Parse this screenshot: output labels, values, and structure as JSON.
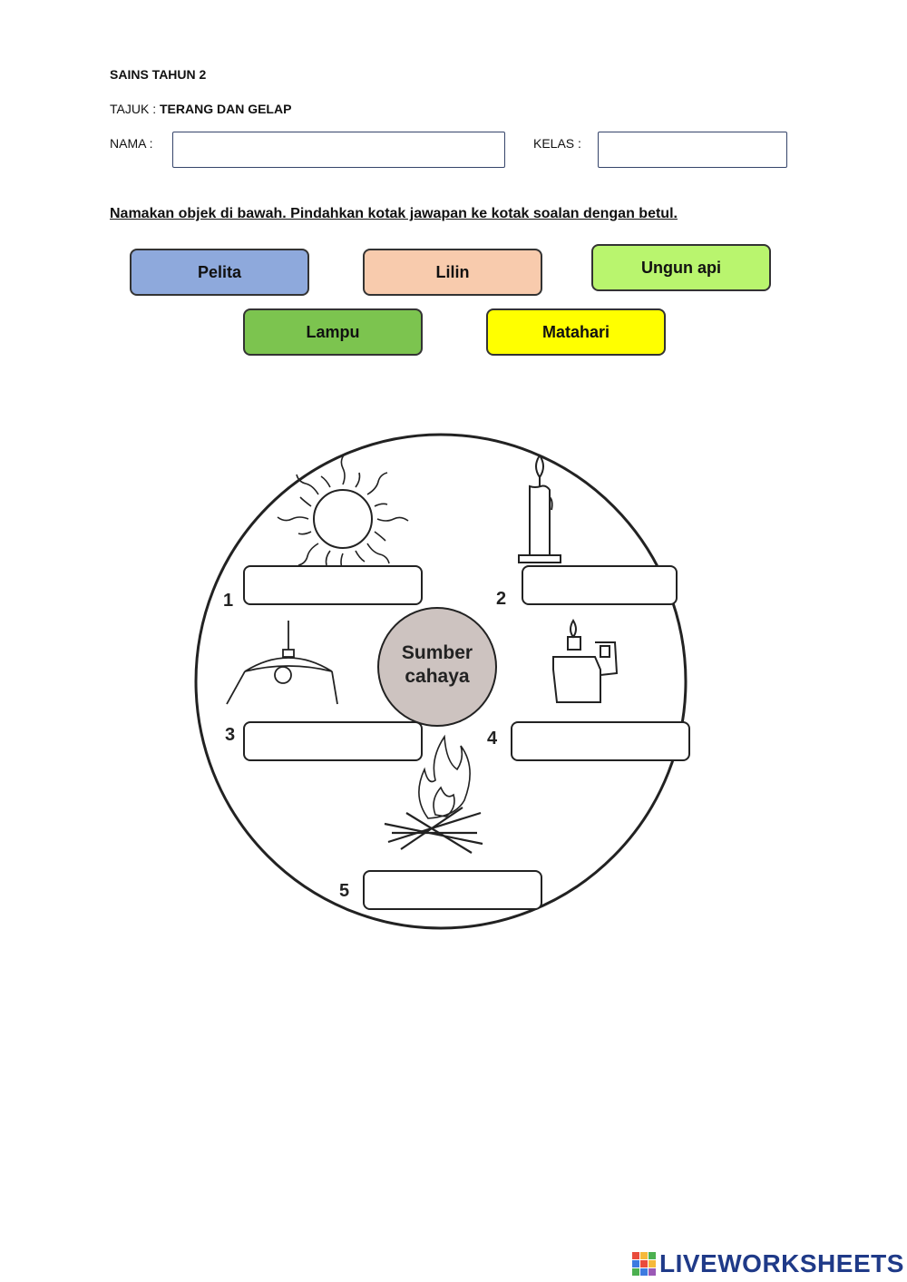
{
  "header": {
    "subject": "SAINS TAHUN 2",
    "topic_label": "TAJUK : ",
    "topic_value": "TERANG DAN GELAP",
    "name_label": "NAMA :",
    "class_label": "KELAS :"
  },
  "instruction": "Namakan objek di bawah. Pindahkan kotak jawapan ke kotak soalan dengan betul.",
  "answer_chips": [
    {
      "label": "Pelita",
      "color": "#8ea9dc"
    },
    {
      "label": "Lilin",
      "color": "#f8cbad"
    },
    {
      "label": "Ungun api",
      "color": "#b9f56e"
    },
    {
      "label": "Lampu",
      "color": "#7cc44f"
    },
    {
      "label": "Matahari",
      "color": "#ffff00"
    }
  ],
  "diagram": {
    "center_line1": "Sumber",
    "center_line2": "cahaya",
    "center_color": "#cdc3c0",
    "numbers": [
      "1",
      "2",
      "3",
      "4",
      "5"
    ],
    "objects": [
      "sun-icon",
      "candle-icon",
      "hanging-lamp-icon",
      "oil-lamp-icon",
      "campfire-icon"
    ]
  },
  "footer": {
    "brand": "LIVEWORKSHEETS",
    "brand_color": "#1f3a88"
  }
}
